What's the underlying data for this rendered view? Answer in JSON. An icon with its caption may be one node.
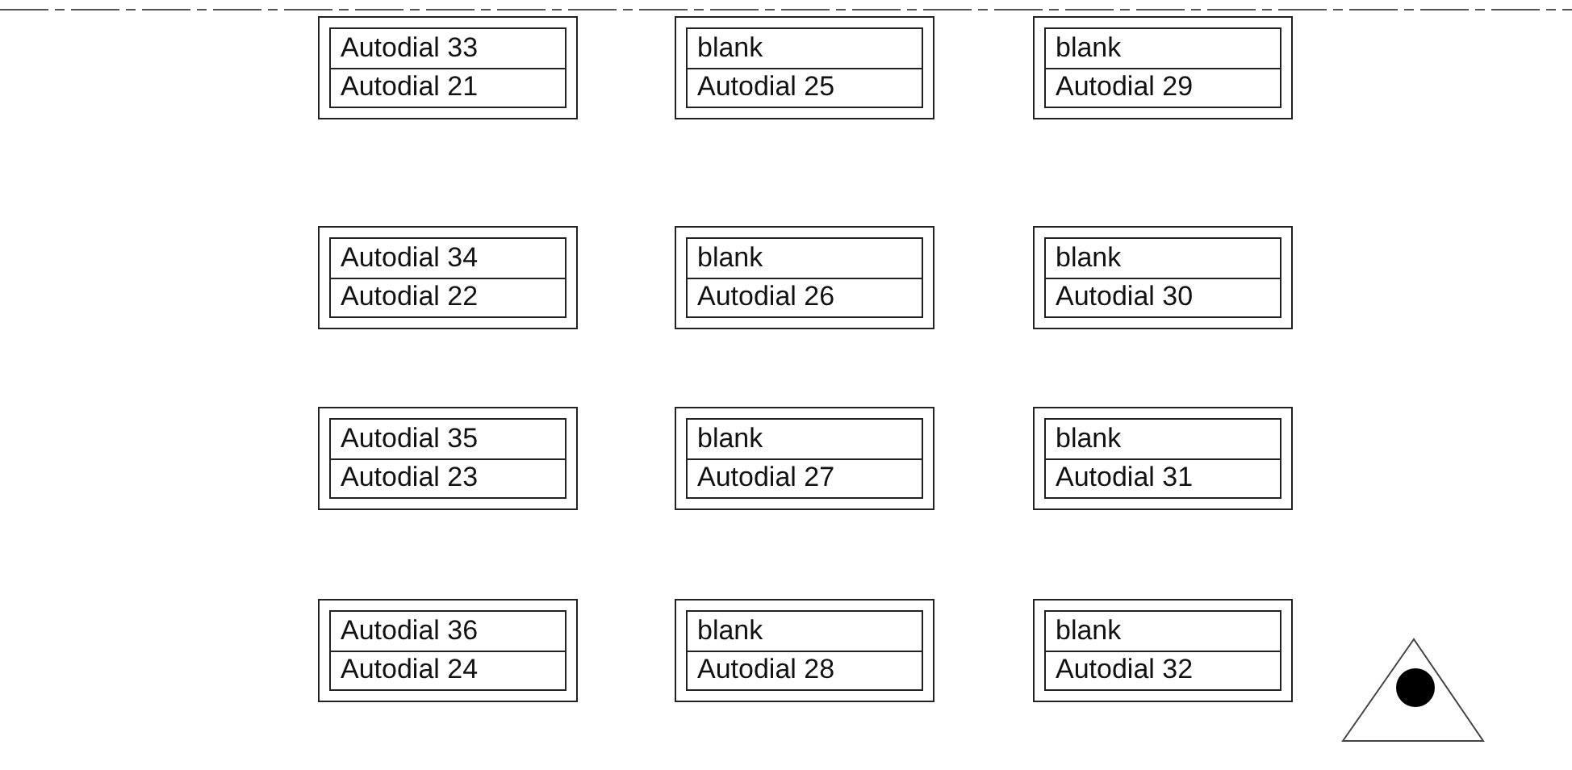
{
  "diagram": {
    "nodes": [
      {
        "text": [
          "Autodial 33",
          "Autodial 21"
        ]
      },
      {
        "text": [
          "blank",
          "Autodial 25"
        ]
      },
      {
        "text": [
          "blank",
          "Autodial 29"
        ]
      },
      {
        "text": [
          "Autodial 34",
          "Autodial 22"
        ]
      },
      {
        "text": [
          "blank",
          "Autodial 26"
        ]
      },
      {
        "text": [
          "blank",
          "Autodial 30"
        ]
      },
      {
        "text": [
          "Autodial 35",
          "Autodial 23"
        ]
      },
      {
        "text": [
          "blank",
          "Autodial 27"
        ]
      },
      {
        "text": [
          "blank",
          "Autodial 31"
        ]
      },
      {
        "text": [
          "Autodial 36",
          "Autodial 24"
        ]
      },
      {
        "text": [
          "blank",
          "Autodial 28"
        ]
      },
      {
        "text": [
          "blank",
          "Autodial 32"
        ]
      }
    ]
  }
}
